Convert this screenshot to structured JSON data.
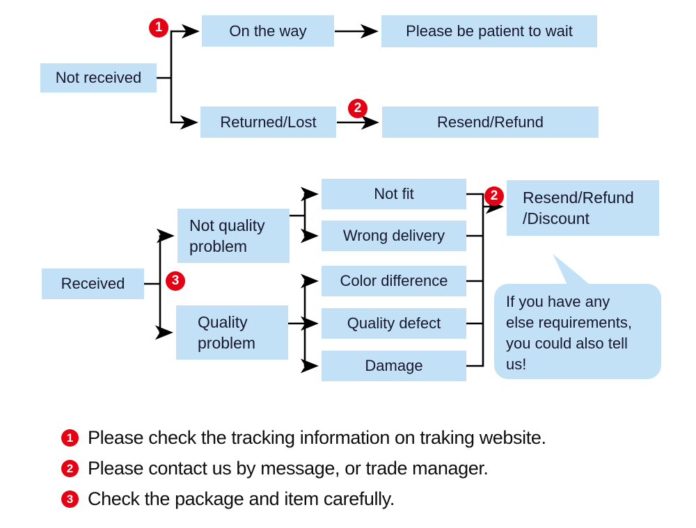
{
  "palette": {
    "box_blue": "#C3E1F6",
    "badge_red": "#E60013",
    "box_text": "#17172C",
    "legend_text": "#0E0E0E"
  },
  "top_flow": {
    "not_received": "Not received",
    "on_the_way": "On the way",
    "be_patient": "Please be patient to wait",
    "returned_lost": "Returned/Lost",
    "resend_refund": "Resend/Refund"
  },
  "bottom_flow": {
    "received": "Received",
    "not_quality_problem": "Not quality\nproblem",
    "quality_problem": "Quality\nproblem",
    "not_fit": "Not fit",
    "wrong_delivery": "Wrong delivery",
    "color_difference": "Color difference",
    "quality_defect": "Quality defect",
    "damage": "Damage",
    "resend_refund_discount": "Resend/Refund\n/Discount",
    "note_bubble": "If you have any\nelse requirements,\nyou could also tell\nus!"
  },
  "badges": {
    "step1": "1",
    "step2": "2",
    "step3": "3"
  },
  "legend": [
    {
      "num": "1",
      "text": "Please check the tracking information on traking website."
    },
    {
      "num": "2",
      "text": "Please contact us by message, or trade manager."
    },
    {
      "num": "3",
      "text": "Check the package and item carefully."
    }
  ]
}
